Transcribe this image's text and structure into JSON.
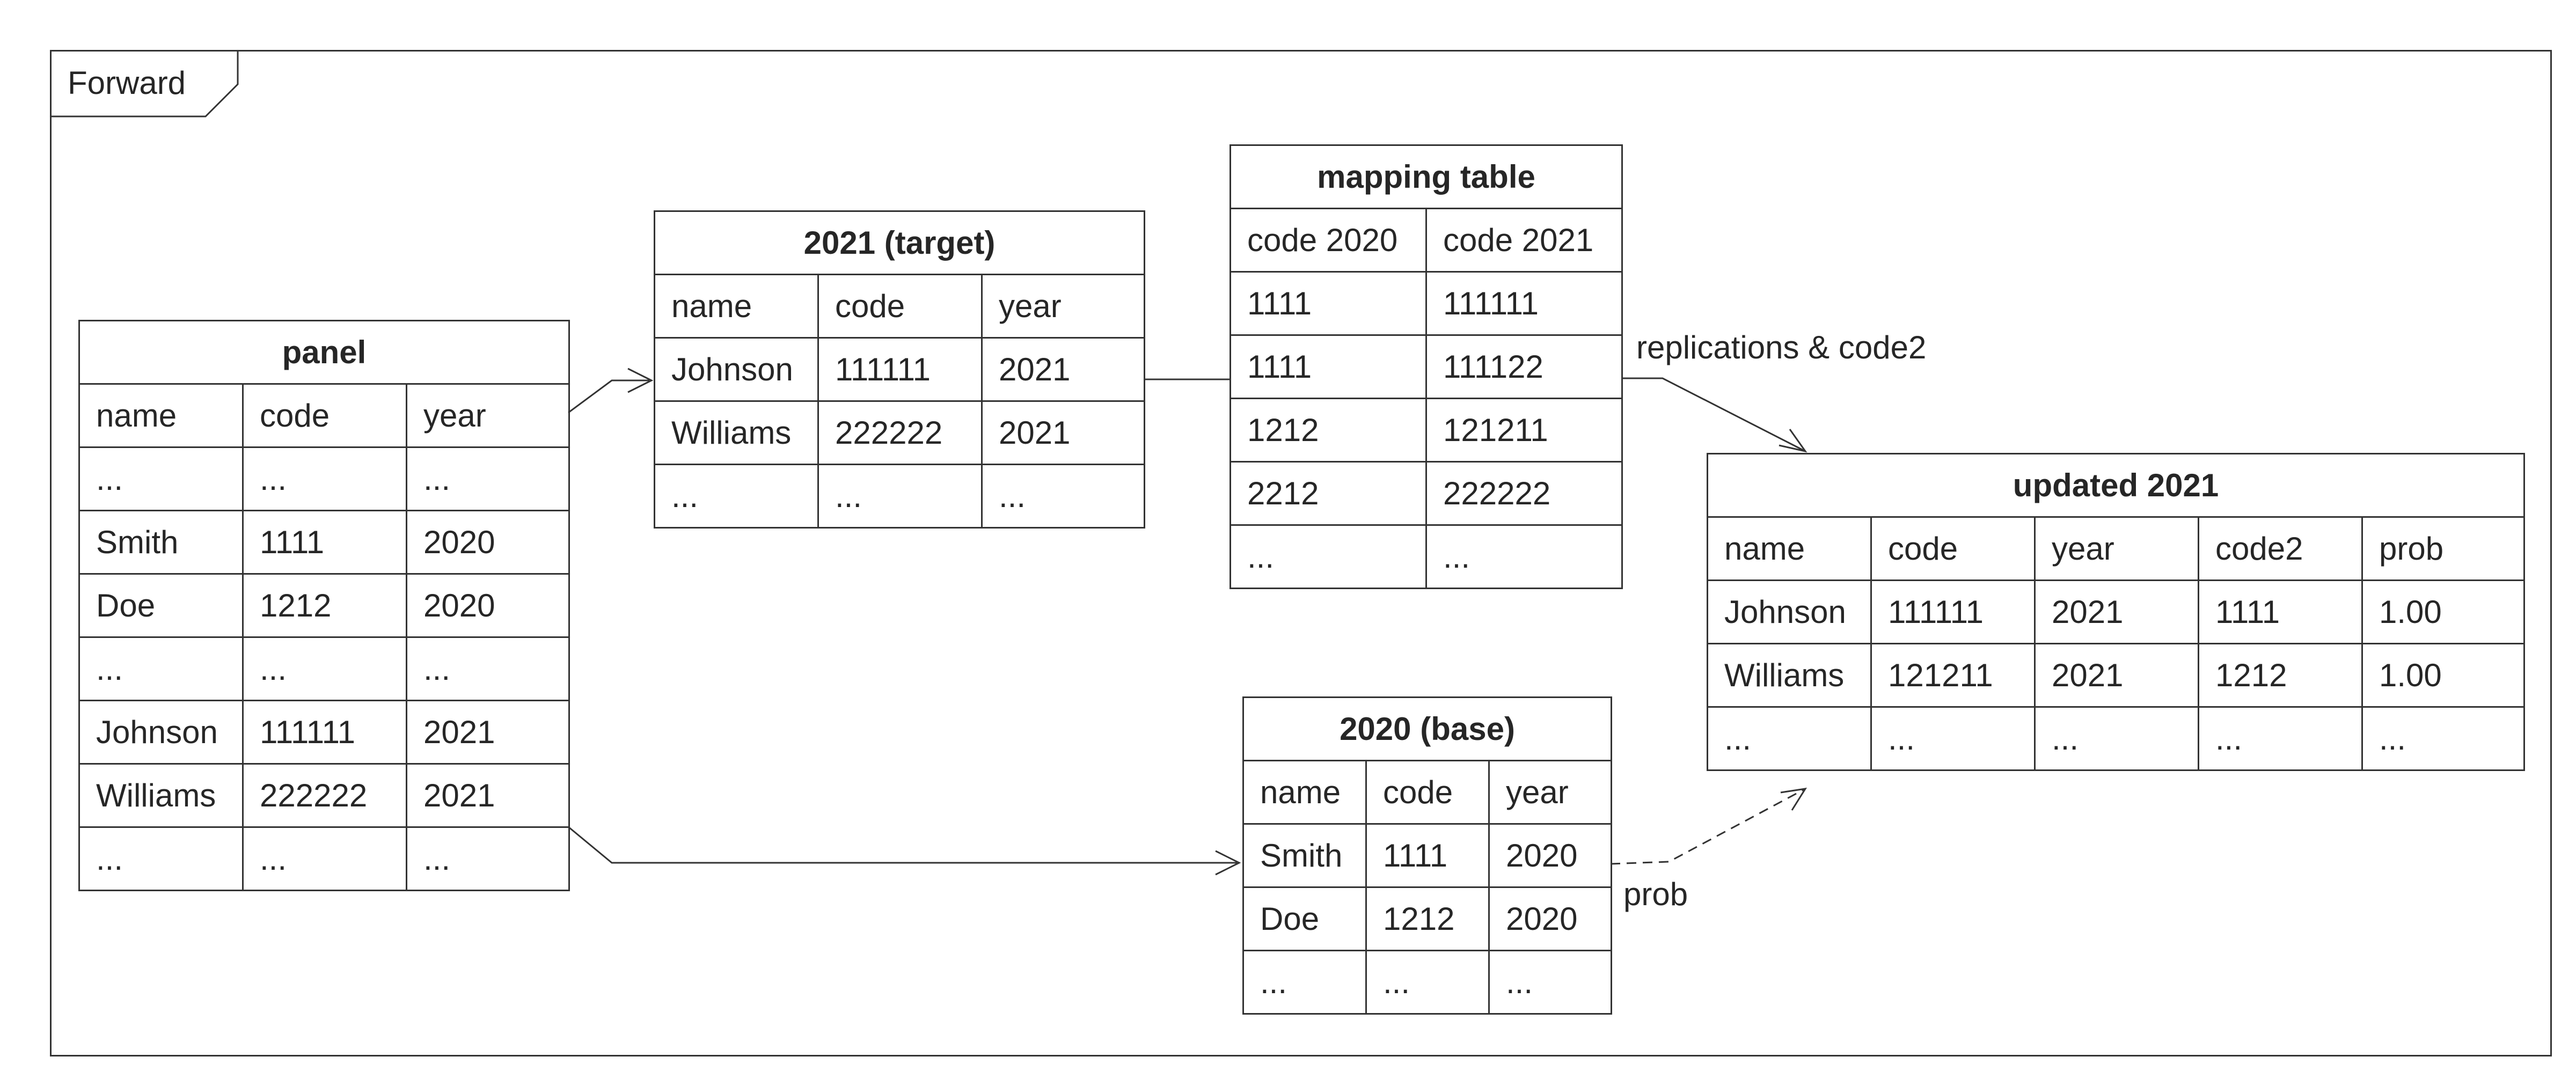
{
  "frame": {
    "label": "Forward"
  },
  "tables": {
    "panel": {
      "title": "panel",
      "columns": [
        "name",
        "code",
        "year"
      ],
      "rows": [
        [
          "...",
          "...",
          "..."
        ],
        [
          "Smith",
          "1111",
          "2020"
        ],
        [
          "Doe",
          "1212",
          "2020"
        ],
        [
          "...",
          "...",
          "..."
        ],
        [
          "Johnson",
          "111111",
          "2021"
        ],
        [
          "Williams",
          "222222",
          "2021"
        ],
        [
          "...",
          "...",
          "..."
        ]
      ]
    },
    "target": {
      "title": "2021 (target)",
      "columns": [
        "name",
        "code",
        "year"
      ],
      "rows": [
        [
          "Johnson",
          "111111",
          "2021"
        ],
        [
          "Williams",
          "222222",
          "2021"
        ],
        [
          "...",
          "...",
          "..."
        ]
      ]
    },
    "mapping": {
      "title": "mapping table",
      "columns": [
        "code 2020",
        "code 2021"
      ],
      "rows": [
        [
          "1111",
          "111111"
        ],
        [
          "1111",
          "111122"
        ],
        [
          "1212",
          "121211"
        ],
        [
          "2212",
          "222222"
        ],
        [
          "...",
          "..."
        ]
      ]
    },
    "base": {
      "title": "2020 (base)",
      "columns": [
        "name",
        "code",
        "year"
      ],
      "rows": [
        [
          "Smith",
          "1111",
          "2020"
        ],
        [
          "Doe",
          "1212",
          "2020"
        ],
        [
          "...",
          "...",
          "..."
        ]
      ]
    },
    "updated": {
      "title": "updated 2021",
      "columns": [
        "name",
        "code",
        "year",
        "code2",
        "prob"
      ],
      "rows": [
        [
          "Johnson",
          "111111",
          "2021",
          "1111",
          "1.00"
        ],
        [
          "Williams",
          "121211",
          "2021",
          "1212",
          "1.00"
        ],
        [
          "...",
          "...",
          "...",
          "...",
          "..."
        ]
      ]
    }
  },
  "edges": {
    "replications_label": "replications & code2",
    "prob_label": "prob"
  },
  "colors": {
    "line": "#333333",
    "text": "#262626"
  }
}
